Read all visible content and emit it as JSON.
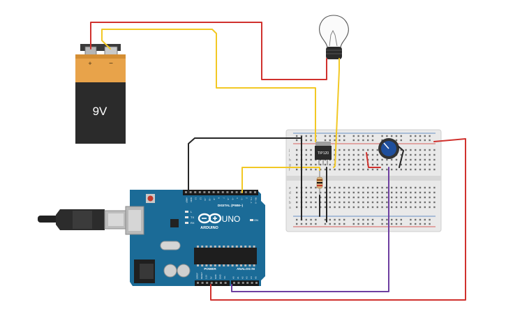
{
  "battery": {
    "voltage_label": "9V",
    "plus_label": "+",
    "minus_label": "−"
  },
  "transistor": {
    "label": "TIP120"
  },
  "arduino": {
    "brand": "ARDUINO",
    "model": "UNO",
    "digital_header": "DIGITAL (PWM~)",
    "power_label": "POWER",
    "analog_label": "ANALOG IN",
    "tx_label": "TX",
    "rx_label": "RX",
    "l_label": "L",
    "on_label": "ON",
    "digital_pins": [
      "AREF",
      "GND",
      "13",
      "12",
      "~11",
      "~10",
      "~9",
      "8",
      "7",
      "~6",
      "~5",
      "4",
      "~3",
      "2",
      "TX→1",
      "RX←0"
    ],
    "power_pins": [
      "IOREF",
      "RESET",
      "3.3V",
      "5V",
      "GND",
      "GND",
      "Vin"
    ],
    "analog_pins": [
      "A0",
      "A1",
      "A2",
      "A3",
      "A4",
      "A5"
    ]
  },
  "breadboard": {
    "row_letters_top": [
      "j",
      "i",
      "h",
      "g",
      "f"
    ],
    "row_letters_bottom": [
      "e",
      "d",
      "c",
      "b",
      "a"
    ]
  },
  "colors": {
    "wire_red": "#d0312d",
    "wire_yellow": "#f2c824",
    "wire_black": "#262626",
    "wire_purple": "#6e3fa0",
    "arduino_blue": "#1b6b97",
    "battery_body": "#2b2b2b",
    "battery_label": "#e8a34a",
    "breadboard": "#e9e9e9"
  }
}
